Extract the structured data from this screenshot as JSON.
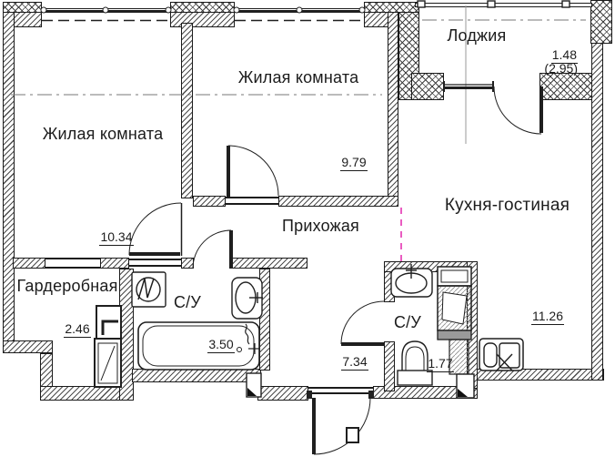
{
  "plan_title": "apartment-floor-plan",
  "colors": {
    "wall_line": "#1b1b1b",
    "hatch": "#4d4d4d",
    "open_boundary_divider": "#e95cc1",
    "axis_line": "#777777"
  },
  "rooms": [
    {
      "id": "living-1",
      "label": "Жилая комната",
      "area": "10.34"
    },
    {
      "id": "living-2",
      "label": "Жилая комната",
      "area": "9.79"
    },
    {
      "id": "loggia",
      "label": "Лоджия",
      "area": "1.48",
      "area_total": "(2.95)"
    },
    {
      "id": "kitchen",
      "label": "Кухня-гостиная",
      "area": "11.26"
    },
    {
      "id": "hallway",
      "label": "Прихожая",
      "area": "7.34"
    },
    {
      "id": "wardrobe",
      "label": "Гардеробная",
      "area": "2.46"
    },
    {
      "id": "bathroom-1",
      "label": "С/У",
      "area": "3.50"
    },
    {
      "id": "bathroom-2",
      "label": "С/У",
      "area": "1.77"
    }
  ]
}
